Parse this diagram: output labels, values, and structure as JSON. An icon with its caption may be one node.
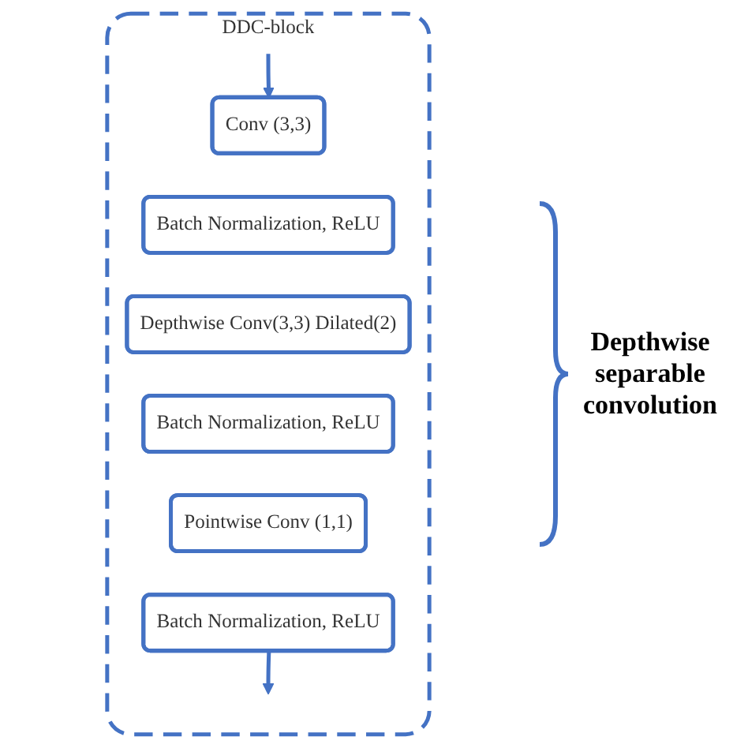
{
  "diagram": {
    "nodes": [
      {
        "text": [
          "DDC-block"
        ]
      },
      {
        "text": [
          "Conv (3,3)"
        ],
        "in": 0
      },
      {
        "text": [
          "Batch Normalization, ReLU"
        ],
        "in": 0
      },
      {
        "text": [
          "Depthwise Conv(3,3) Dilated(2)"
        ],
        "in": 0
      },
      {
        "text": [
          "Batch Normalization, ReLU"
        ],
        "in": 0
      },
      {
        "text": [
          "Pointwise Conv (1,1)"
        ],
        "in": 0
      },
      {
        "text": [
          "Batch Normalization, ReLU"
        ],
        "in": 0
      }
    ],
    "edges": [
      {
        "from": null,
        "to": 1,
        "arrow": "to"
      },
      {
        "from": 6,
        "to": null,
        "arrow": "to"
      }
    ],
    "labels": [
      "Depthwise separable convolution"
    ]
  }
}
